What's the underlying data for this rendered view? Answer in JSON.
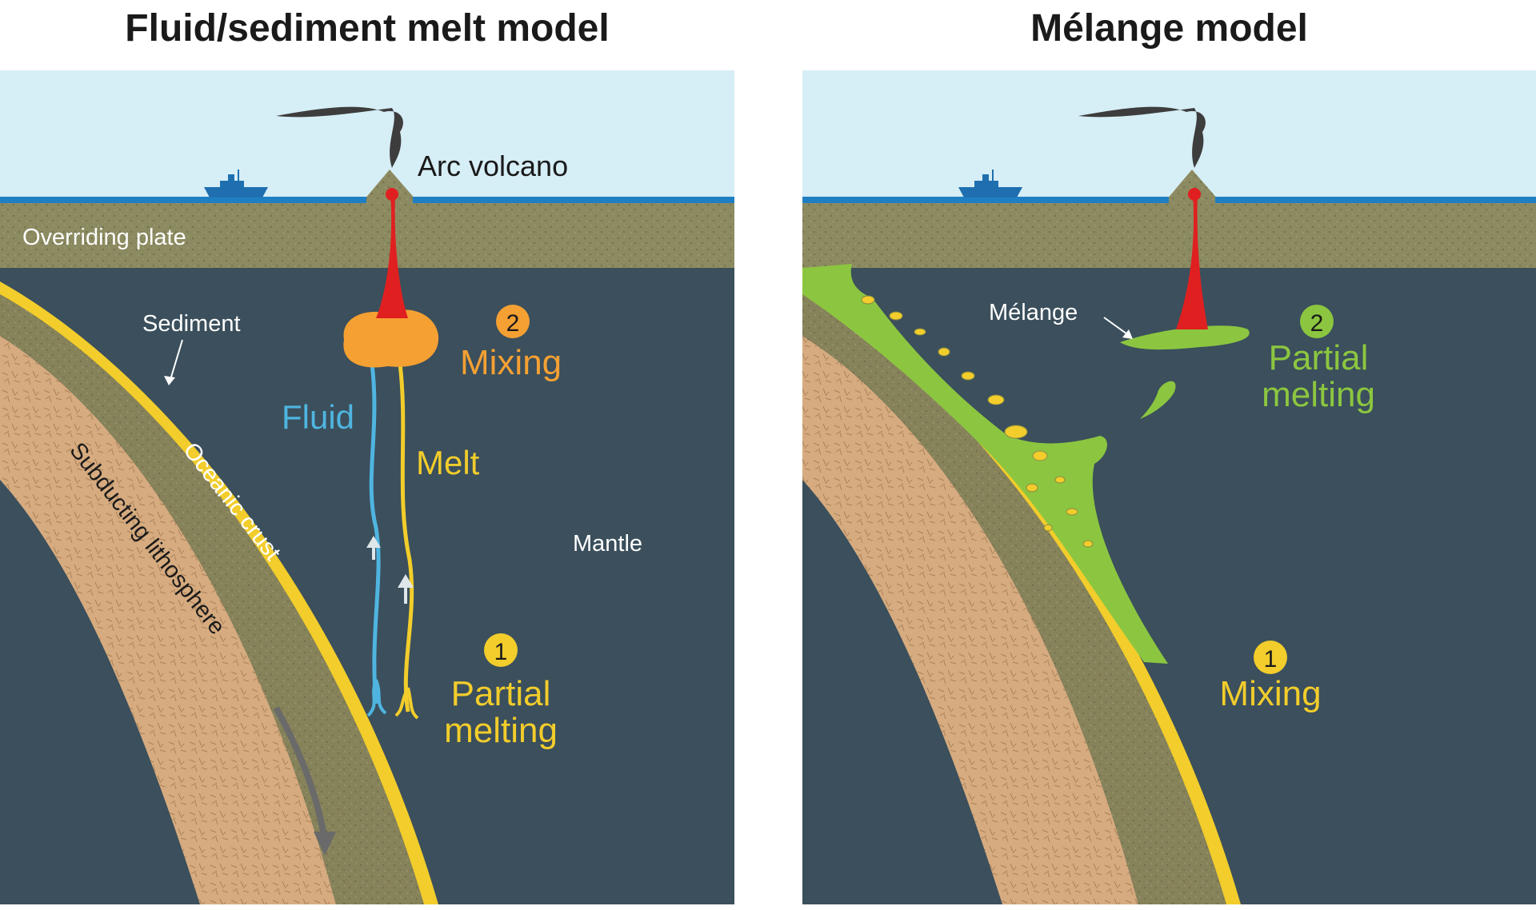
{
  "titles": {
    "left": "Fluid/sediment melt model",
    "right": "Mélange model"
  },
  "left_panel": {
    "arc_volcano": "Arc volcano",
    "overriding_plate": "Overriding plate",
    "sediment": "Sediment",
    "oceanic_crust": "Oceanic crust",
    "subducting_lithosphere": "Subducting lithosphere",
    "fluid": "Fluid",
    "melt": "Melt",
    "mantle": "Mantle",
    "step1_number": "1",
    "step1_label_line1": "Partial",
    "step1_label_line2": "melting",
    "step2_number": "2",
    "step2_label": "Mixing"
  },
  "right_panel": {
    "melange": "Mélange",
    "step1_number": "1",
    "step1_label": "Mixing",
    "step2_number": "2",
    "step2_label_line1": "Partial",
    "step2_label_line2": "melting"
  },
  "colors": {
    "sky": "#d6eef6",
    "water": "#1f7fc2",
    "plate": "#8c8a60",
    "mantle": "#3b4f5c",
    "lithosphere": "#d6ab7f",
    "crust": "#86825a",
    "sediment": "#f2cd2b",
    "fluid": "#4fb5e0",
    "melt": "#f2cd2b",
    "mixing": "#f5a033",
    "magma": "#e02020",
    "melange": "#8cc640",
    "smoke": "#3d3d3d"
  }
}
